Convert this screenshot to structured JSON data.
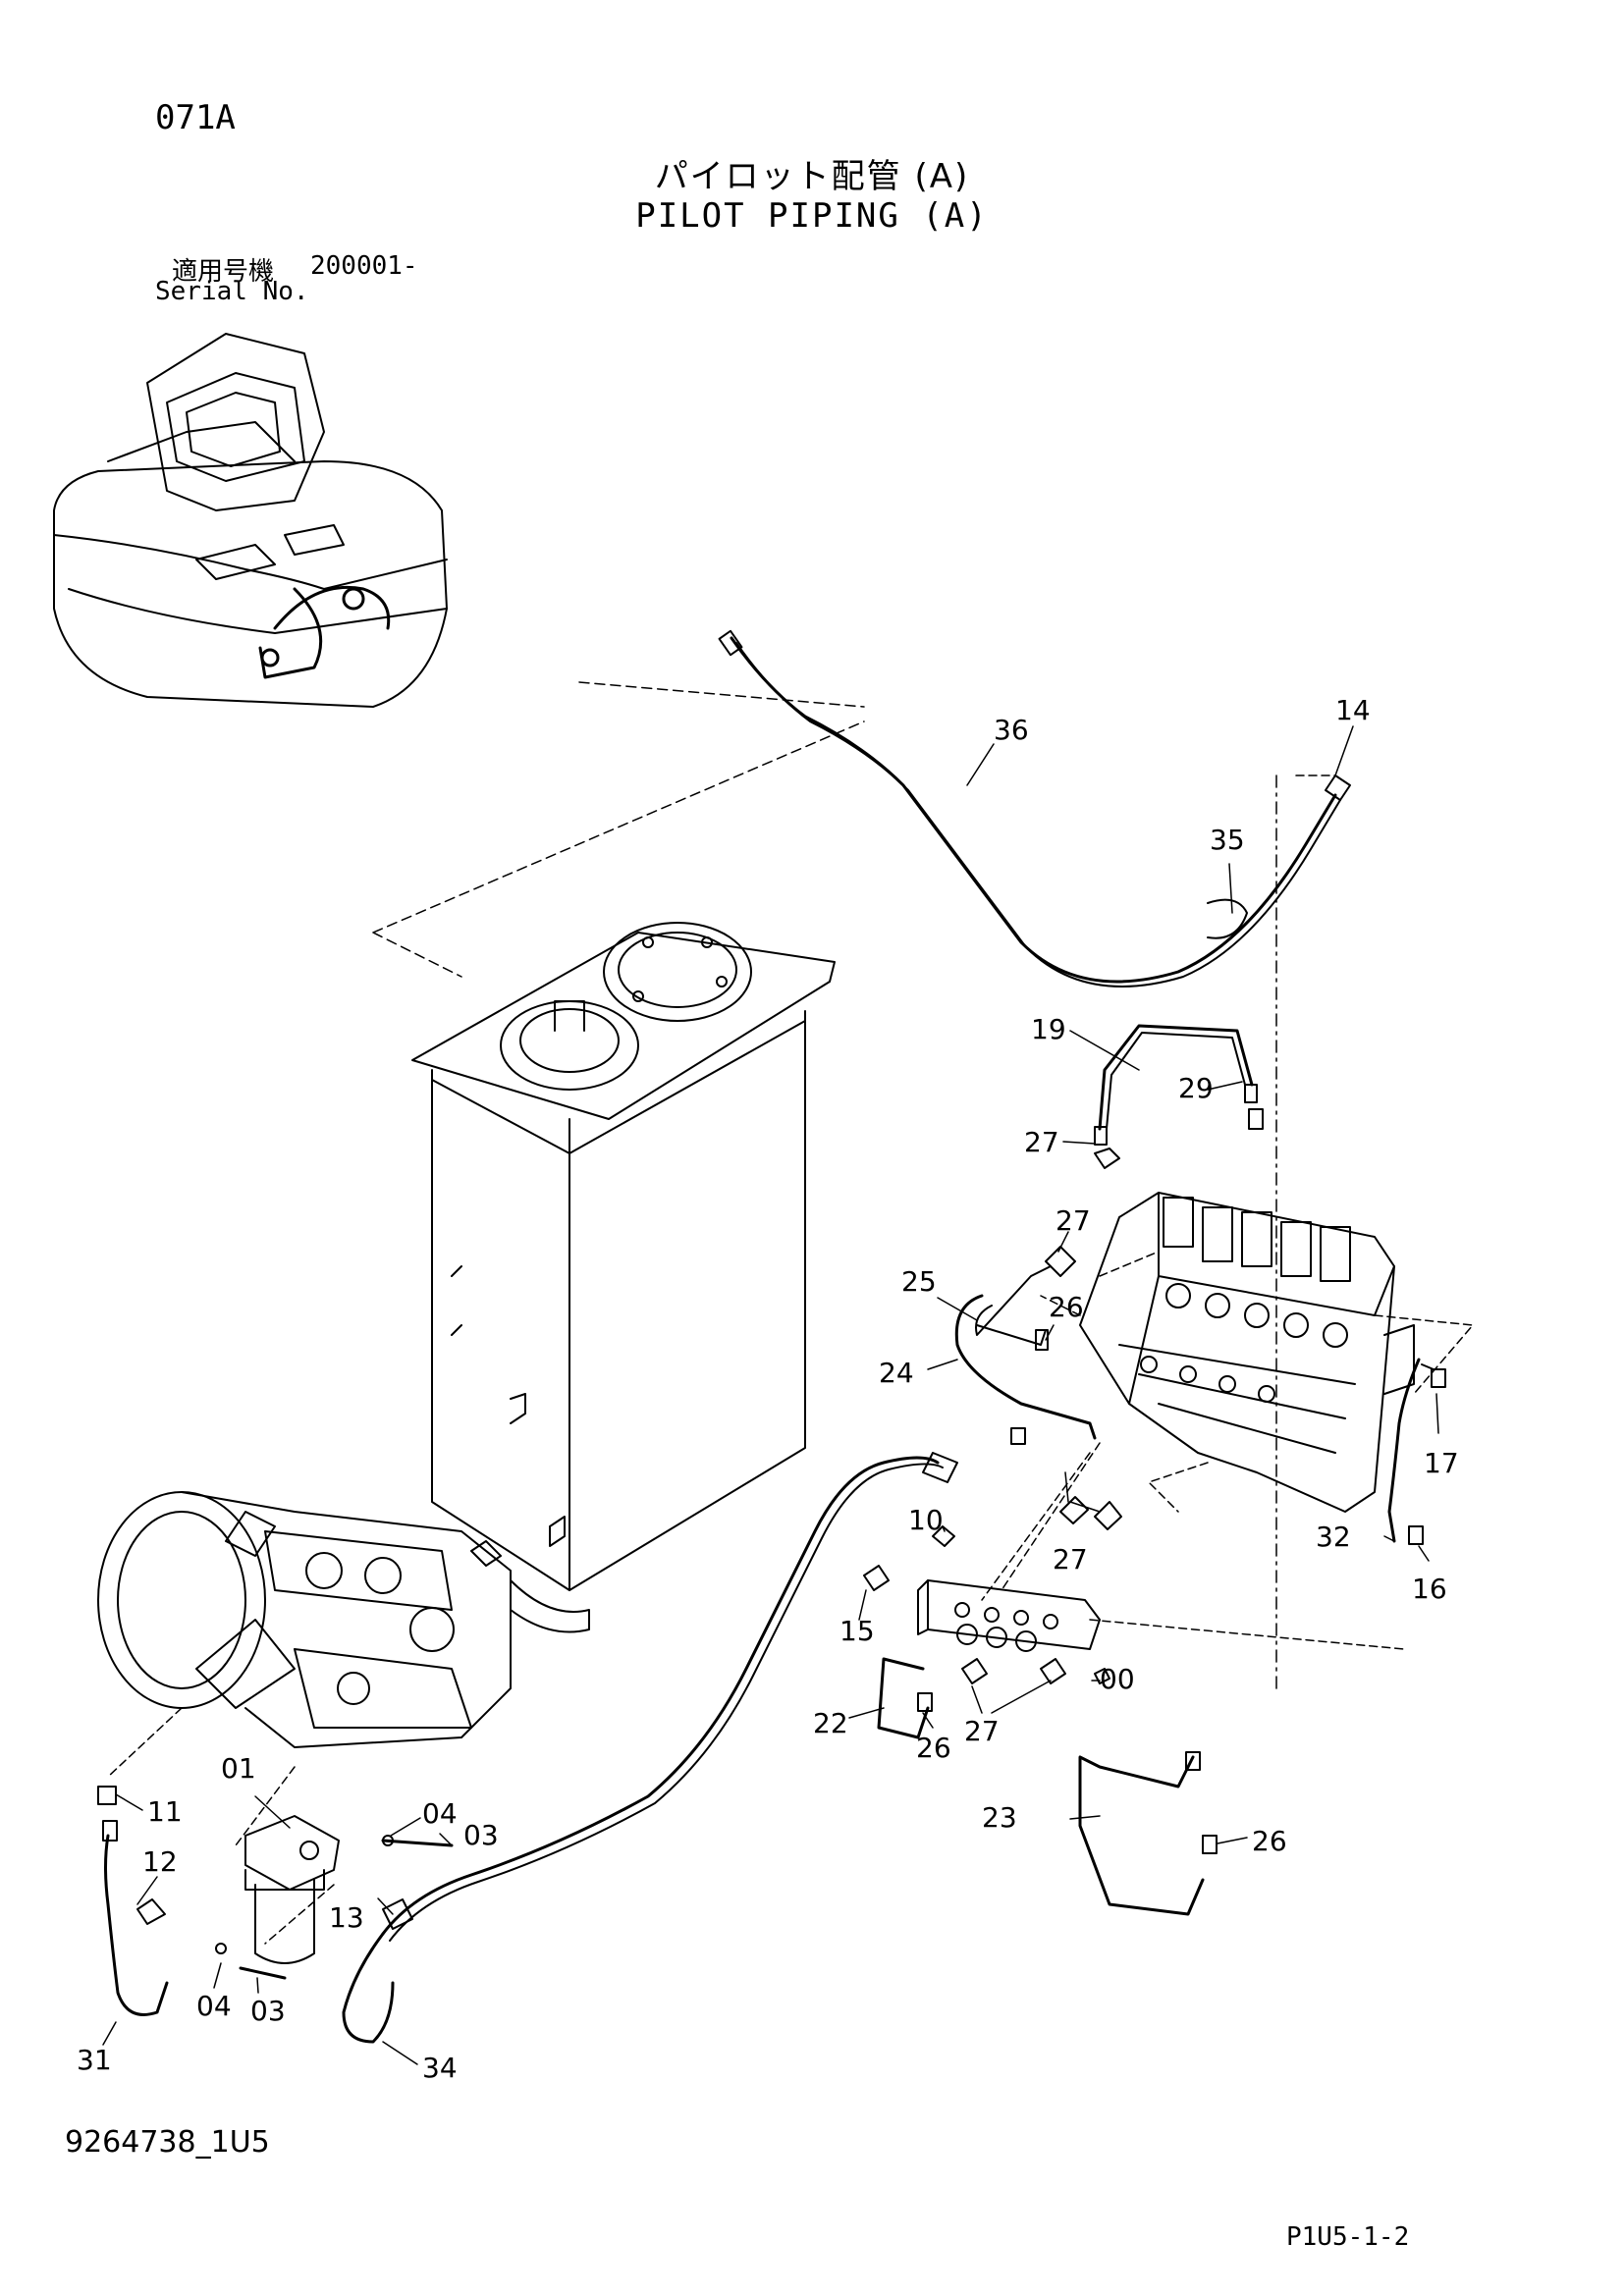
{
  "header": {
    "page_code": "071A",
    "title_jp": "パイロット配管 (A)",
    "title_en": "PILOT PIPING (A)",
    "serial_label_jp": "適用号機",
    "serial_label_en": "Serial No.",
    "serial_value": "200001-"
  },
  "footer": {
    "doc_id": "9264738_1U5",
    "page_ref": "P1U5-1-2"
  },
  "callouts": [
    {
      "id": "c36",
      "text": "36"
    },
    {
      "id": "c14",
      "text": "14"
    },
    {
      "id": "c35",
      "text": "35"
    },
    {
      "id": "c19",
      "text": "19"
    },
    {
      "id": "c29",
      "text": "29"
    },
    {
      "id": "c27a",
      "text": "27"
    },
    {
      "id": "c27b",
      "text": "27"
    },
    {
      "id": "c25",
      "text": "25"
    },
    {
      "id": "c26a",
      "text": "26"
    },
    {
      "id": "c24",
      "text": "24"
    },
    {
      "id": "c17",
      "text": "17"
    },
    {
      "id": "c10",
      "text": "10"
    },
    {
      "id": "c27c",
      "text": "27"
    },
    {
      "id": "c32",
      "text": "32"
    },
    {
      "id": "c16",
      "text": "16"
    },
    {
      "id": "c15",
      "text": "15"
    },
    {
      "id": "c00",
      "text": "00"
    },
    {
      "id": "c22",
      "text": "22"
    },
    {
      "id": "c26b",
      "text": "26"
    },
    {
      "id": "c27d",
      "text": "27"
    },
    {
      "id": "c23",
      "text": "23"
    },
    {
      "id": "c26c",
      "text": "26"
    },
    {
      "id": "c01",
      "text": "01"
    },
    {
      "id": "c11",
      "text": "11"
    },
    {
      "id": "c04a",
      "text": "04"
    },
    {
      "id": "c03a",
      "text": "03"
    },
    {
      "id": "c12",
      "text": "12"
    },
    {
      "id": "c13",
      "text": "13"
    },
    {
      "id": "c04b",
      "text": "04"
    },
    {
      "id": "c03b",
      "text": "03"
    },
    {
      "id": "c31",
      "text": "31"
    },
    {
      "id": "c34",
      "text": "34"
    }
  ]
}
